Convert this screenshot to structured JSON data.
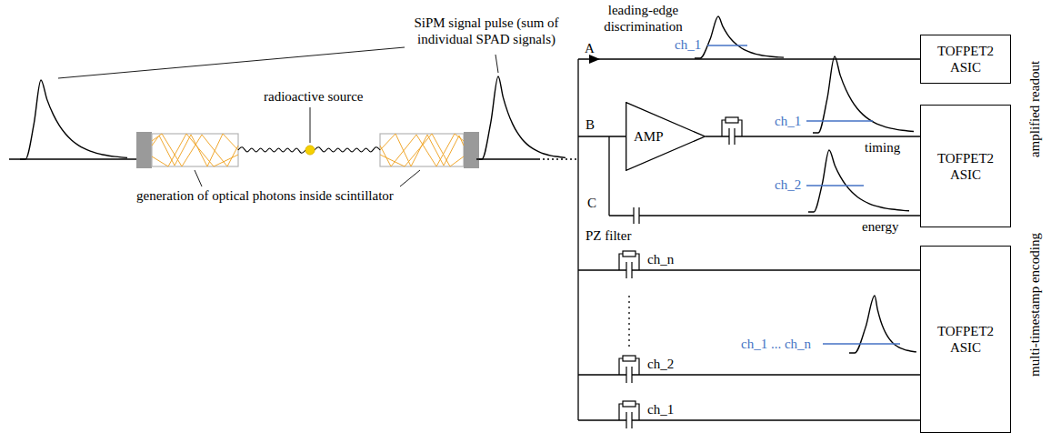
{
  "diagram": {
    "nodes": [
      {
        "text": [
          "TOFPET2 ASIC"
        ]
      },
      {
        "text": [
          "AMP"
        ]
      },
      {
        "text": [
          "TOFPET2 ASIC"
        ]
      },
      {
        "text": [
          "TOFPET2 ASIC"
        ]
      }
    ],
    "edges": [
      {
        "from": 1,
        "to": 2,
        "arrow": "none",
        "label": "timing"
      }
    ],
    "labels": [
      "SiPM signal pulse (sum of individual SPAD signals)",
      "radioactive source",
      "generation of optical photons inside scintillator",
      "leading-edge discrimination",
      "A",
      "ch_1",
      "B",
      "ch_1",
      "ch_2",
      "energy",
      "PZ filter",
      "C",
      "ch_n",
      "ch_2",
      "ch_1",
      "ch_1 ... ch_n",
      "amplified readout",
      "multi-timestamp encoding"
    ]
  }
}
